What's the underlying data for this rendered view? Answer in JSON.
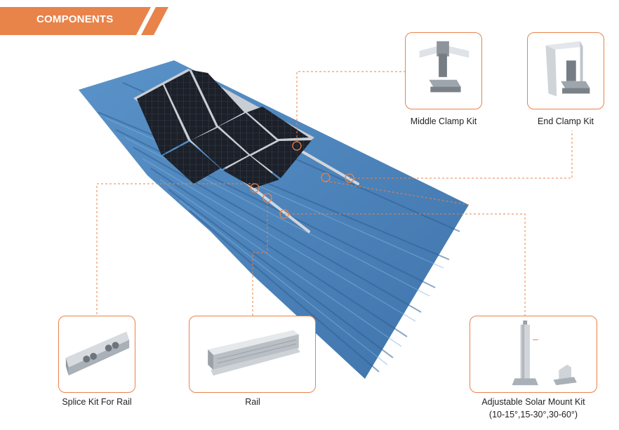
{
  "banner": {
    "title": "COMPONENTS",
    "color": "#e8834a"
  },
  "components": {
    "middle_clamp": {
      "label": "Middle Clamp Kit"
    },
    "end_clamp": {
      "label": "End Clamp Kit"
    },
    "splice_kit": {
      "label": "Splice Kit For Rail"
    },
    "rail": {
      "label": "Rail"
    },
    "adjustable_mount": {
      "label_line1": "Adjustable Solar Mount Kit",
      "label_line2": "(10-15°,15-30°,30-60°)"
    }
  },
  "colors": {
    "accent": "#e8834a",
    "roof": "#4f86be",
    "roof_dark": "#3c6fa5",
    "panel": "#1d222b",
    "aluminum": "#c7ccd2"
  }
}
